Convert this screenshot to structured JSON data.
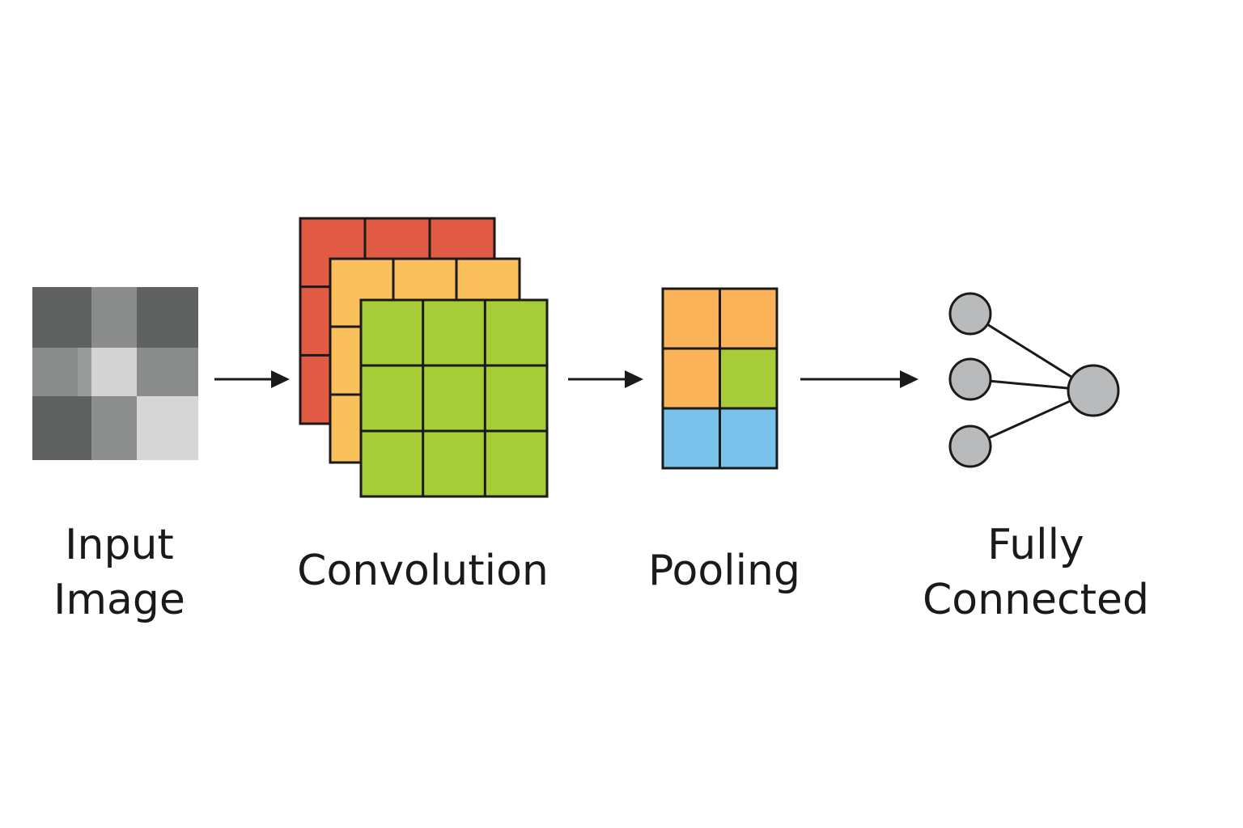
{
  "stages": {
    "input": {
      "label_line1": "Input",
      "label_line2": "Image",
      "pixel_colors": [
        [
          "#5f6160",
          "#8b8d8c",
          "#606261"
        ],
        [
          "#8a8c8b",
          "#d3d3d3",
          "#8b8d8c"
        ],
        [
          "#5f6160",
          "#8c8e8d",
          "#d6d6d6"
        ]
      ]
    },
    "convolution": {
      "label": "Convolution",
      "feature_maps": [
        {
          "name": "red-feature-map",
          "color": "#e05a44"
        },
        {
          "name": "orange-feature-map",
          "color": "#f9c05c"
        },
        {
          "name": "green-feature-map",
          "color": "#a6cd37"
        }
      ]
    },
    "pooling": {
      "label": "Pooling",
      "cell_colors": [
        [
          "#fbb35a",
          "#fbb35a"
        ],
        [
          "#fbb35a",
          "#a6cd37"
        ],
        [
          "#79c1ea",
          "#79c1ea"
        ]
      ]
    },
    "fully_connected": {
      "label_line1": "Fully",
      "label_line2": "Connected",
      "input_nodes": 3,
      "output_nodes": 1,
      "node_color": "#b9babc"
    }
  },
  "arrows": [
    "input-to-convolution",
    "convolution-to-pooling",
    "pooling-to-fully-connected"
  ],
  "colors": {
    "stroke": "#1a1a1a",
    "text": "#1a1a1a",
    "background": "#ffffff"
  }
}
